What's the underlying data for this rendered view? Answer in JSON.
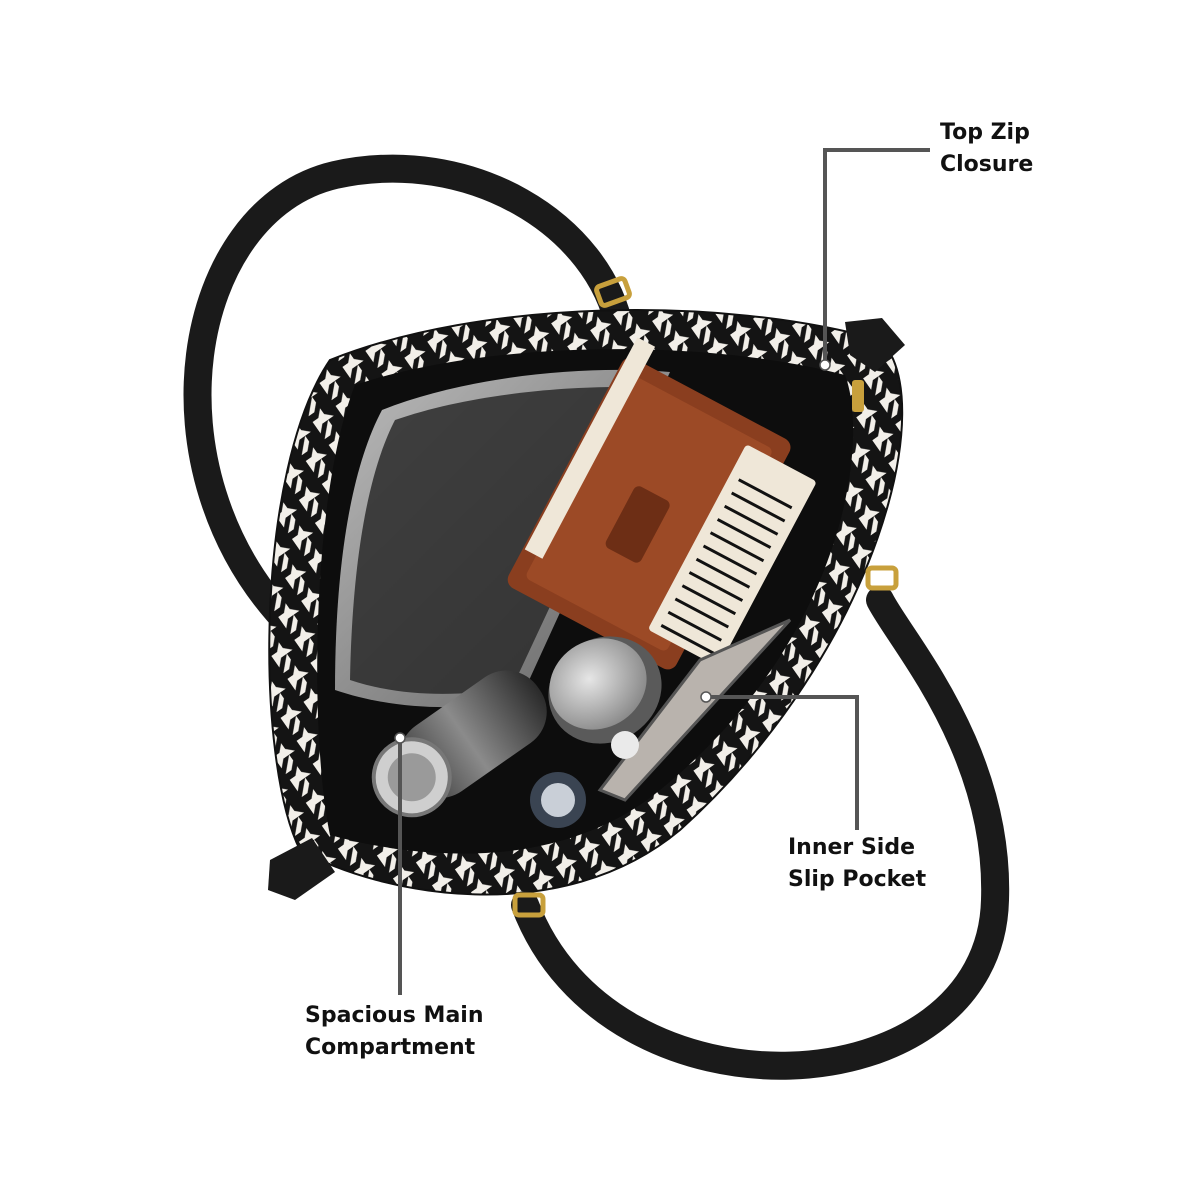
{
  "callouts": {
    "top_zip": {
      "line1": "Top Zip",
      "line2": "Closure"
    },
    "inner_pocket": {
      "line1": "Inner Side",
      "line2": "Slip Pocket"
    },
    "main_compartment": {
      "line1": "Spacious Main",
      "line2": "Compartment"
    }
  },
  "colors": {
    "leader_line": "#555555",
    "strap": "#1a1a1a",
    "lining": "#0d0d0d",
    "houndstooth_light": "#f2efe9",
    "houndstooth_dark": "#141414",
    "brass_hardware": "#c8a03c",
    "notebook_leather": "#8a3e1f"
  }
}
